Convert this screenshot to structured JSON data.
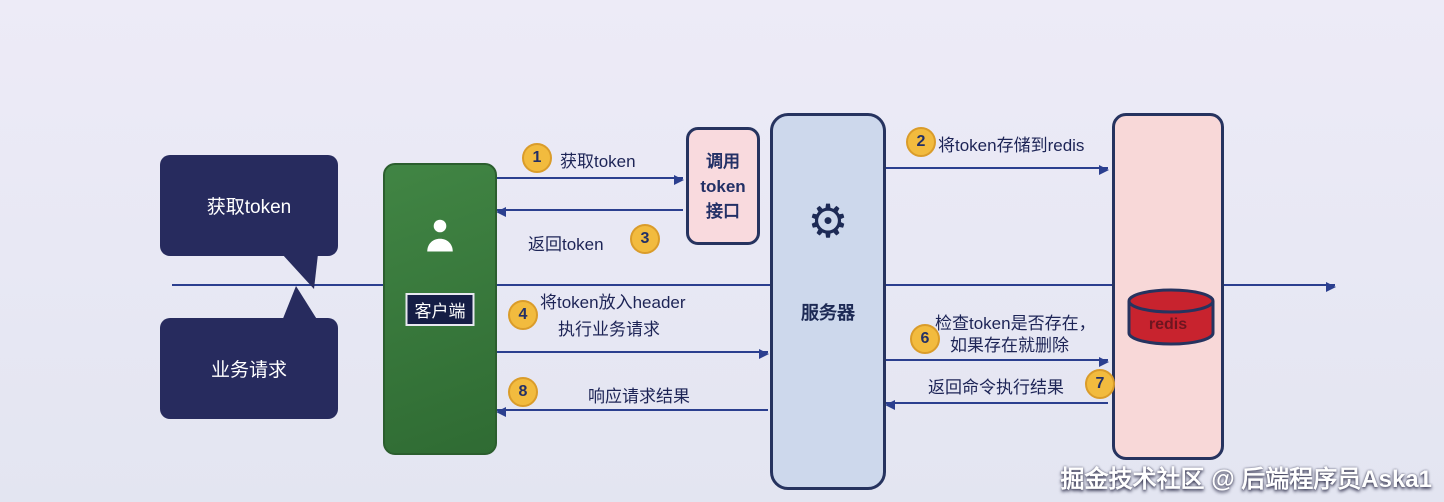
{
  "bubbles": {
    "get_token": "获取token",
    "business_request": "业务请求"
  },
  "client": {
    "label": "客户端"
  },
  "token_api": {
    "line1": "调用",
    "line2": "token",
    "line3": "接口"
  },
  "server": {
    "label": "服务器"
  },
  "redis": {
    "label": "redis"
  },
  "steps": {
    "s1": {
      "num": "1",
      "label": "获取token"
    },
    "s2": {
      "num": "2",
      "label": "将token存储到redis"
    },
    "s3": {
      "num": "3",
      "label": "返回token"
    },
    "s4": {
      "num": "4",
      "line1": "将token放入header",
      "line2": "执行业务请求"
    },
    "s6": {
      "num": "6",
      "line1": "检查token是否存在，",
      "line2": "如果存在就删除"
    },
    "s7": {
      "num": "7",
      "label": "返回命令执行结果"
    },
    "s8": {
      "num": "8",
      "label": "响应请求结果"
    }
  },
  "watermark": "掘金技术社区 @ 后端程序员Aska1",
  "colors": {
    "background": "#e8e8f4",
    "navy_border": "#26335f",
    "arrow_line": "#2b3f8f",
    "bubble_navy": "#272b5e",
    "client_green": "#3a7c3b",
    "pink_box": "#f9dade",
    "server_blue": "#cdd8ec",
    "step_yellow": "#f2bb3e",
    "redis_red": "#c8232e"
  }
}
